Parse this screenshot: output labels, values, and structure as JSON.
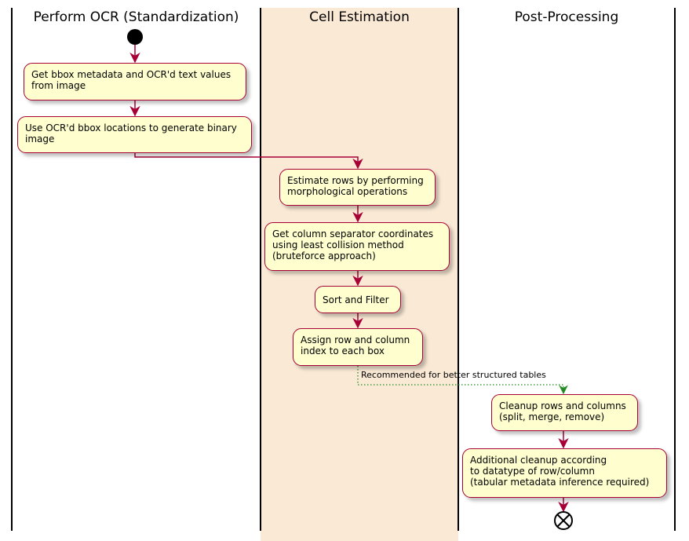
{
  "lanes": [
    {
      "title": "Perform OCR (Standardization)",
      "background": "#FFFFFF"
    },
    {
      "title": "Cell Estimation",
      "background": "#F9E9D5"
    },
    {
      "title": "Post-Processing",
      "background": "#FFFFFF"
    }
  ],
  "nodes": {
    "n1": "Get bbox metadata and OCR'd text values\nfrom image",
    "n2": "Use OCR'd bbox locations to generate binary\nimage",
    "n3": "Estimate rows by performing\nmorphological operations",
    "n4": "Get column separator coordinates\nusing least collision method\n(bruteforce approach)",
    "n5": "Sort and Filter",
    "n6": "Assign row and column\nindex to each box",
    "n7": "Cleanup rows and columns\n(split, merge, remove)",
    "n8": "Additional cleanup according\nto datatype of row/column\n(tabular metadata inference required)"
  },
  "edge_label": "Recommended for better structured tables",
  "colors": {
    "node_fill": "#FEFECE",
    "node_border": "#A80036",
    "arrow": "#A80036",
    "dotted_arrow": "#228B22",
    "lane_line": "#000000"
  }
}
